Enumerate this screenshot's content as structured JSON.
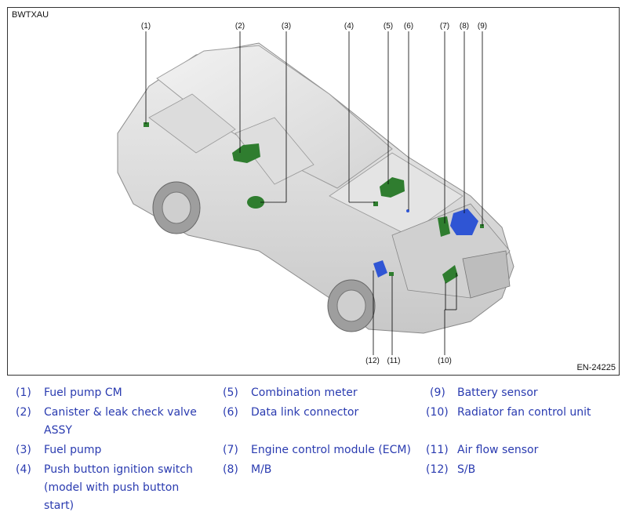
{
  "figure": {
    "code": "BWTXAU",
    "figure_id": "EN-24225",
    "callouts": [
      "(1)",
      "(2)",
      "(3)",
      "(4)",
      "(5)",
      "(6)",
      "(7)",
      "(8)",
      "(9)",
      "(10)",
      "(11)",
      "(12)"
    ]
  },
  "legend": [
    {
      "num": "(1)",
      "text": "Fuel pump CM"
    },
    {
      "num": "(2)",
      "text": "Canister & leak check valve ASSY"
    },
    {
      "num": "(3)",
      "text": "Fuel pump"
    },
    {
      "num": "(4)",
      "text": "Push button ignition switch (model with push button start)"
    },
    {
      "num": "(5)",
      "text": "Combination meter"
    },
    {
      "num": "(6)",
      "text": "Data link connector"
    },
    {
      "num": "(7)",
      "text": "Engine control module (ECM)"
    },
    {
      "num": "(8)",
      "text": "M/B"
    },
    {
      "num": "(9)",
      "text": "Battery sensor"
    },
    {
      "num": "(10)",
      "text": "Radiator fan control unit"
    },
    {
      "num": "(11)",
      "text": "Air flow sensor"
    },
    {
      "num": "(12)",
      "text": "S/B"
    }
  ],
  "colors": {
    "legend_text": "#2a3bb0",
    "module_green": "#2f7d2f",
    "module_blue": "#2f55d4",
    "car_body": "#d9d9d9"
  }
}
